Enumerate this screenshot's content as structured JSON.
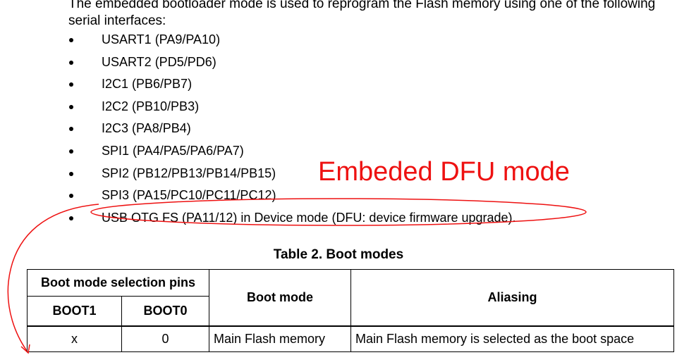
{
  "document": {
    "intro": "The embedded bootloader mode is used to reprogram the Flash memory using one of the following serial interfaces:",
    "interfaces": [
      "USART1 (PA9/PA10)",
      "USART2 (PD5/PD6)",
      "I2C1 (PB6/PB7)",
      "I2C2 (PB10/PB3)",
      "I2C3 (PA8/PB4)",
      "SPI1 (PA4/PA5/PA6/PA7)",
      "SPI2 (PB12/PB13/PB14/PB15)",
      "SPI3 (PA15/PC10/PC11/PC12)",
      "USB OTG FS (PA11/12) in Device mode (DFU: device firmware upgrade)."
    ],
    "annotation": "Embeded DFU mode",
    "annotation_color": "#ee1111",
    "table": {
      "title": "Table 2. Boot modes",
      "group_header": "Boot mode selection pins",
      "col_boot1": "BOOT1",
      "col_boot0": "BOOT0",
      "col_boot_mode": "Boot mode",
      "col_aliasing": "Aliasing",
      "rows": [
        {
          "boot1": "x",
          "boot0": "0",
          "boot_mode": "Main Flash memory",
          "aliasing": "Main Flash memory is selected as the boot space"
        }
      ]
    }
  }
}
